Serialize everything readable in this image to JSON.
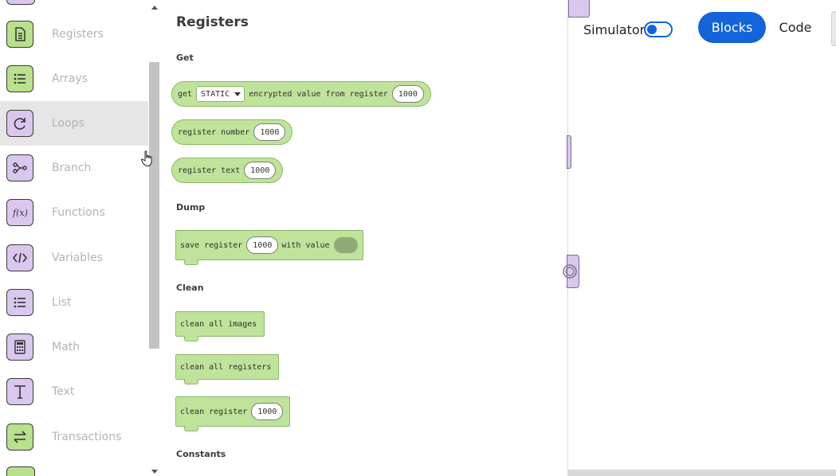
{
  "categories": [
    {
      "label": "Registers",
      "icon": "document-icon",
      "color": "#b9e08c"
    },
    {
      "label": "Arrays",
      "icon": "list-icon",
      "color": "#b9e08c"
    },
    {
      "label": "Loops",
      "icon": "loop-arrow-icon",
      "color": "#d9c7ee"
    },
    {
      "label": "Branch",
      "icon": "branch-icon",
      "color": "#d9c7ee"
    },
    {
      "label": "Functions",
      "icon": "function-icon",
      "color": "#d9c7ee"
    },
    {
      "label": "Variables",
      "icon": "code-brackets-icon",
      "color": "#d9c7ee"
    },
    {
      "label": "List",
      "icon": "list-icon",
      "color": "#d9c7ee"
    },
    {
      "label": "Math",
      "icon": "calculator-icon",
      "color": "#d9c7ee"
    },
    {
      "label": "Text",
      "icon": "text-t-icon",
      "color": "#d9c7ee"
    },
    {
      "label": "Transactions",
      "icon": "swap-arrows-icon",
      "color": "#b9e08c"
    }
  ],
  "flyout": {
    "title": "Registers",
    "sections": {
      "get": "Get",
      "dump": "Dump",
      "clean": "Clean",
      "constants": "Constants"
    },
    "blocks": {
      "get_encrypted": {
        "t1": "get",
        "dropdown": "STATIC",
        "t2": "encrypted value from register",
        "value": "1000"
      },
      "register_number": {
        "t1": "register number",
        "value": "1000"
      },
      "register_text": {
        "t1": "register text",
        "value": "1000"
      },
      "save_register": {
        "t1": "save register",
        "value": "1000",
        "t2": "with value"
      },
      "clean_all_images": {
        "t1": "clean all images"
      },
      "clean_all_registers": {
        "t1": "clean all registers"
      },
      "clean_register": {
        "t1": "clean register",
        "value": "1000"
      }
    }
  },
  "header": {
    "simulator_label": "Simulator",
    "simulator_on": false,
    "blocks_label": "Blocks",
    "code_label": "Code"
  },
  "colors": {
    "accent": "#1463d8",
    "block_green": "#bfe39a",
    "block_purple": "#d9c7ee"
  }
}
